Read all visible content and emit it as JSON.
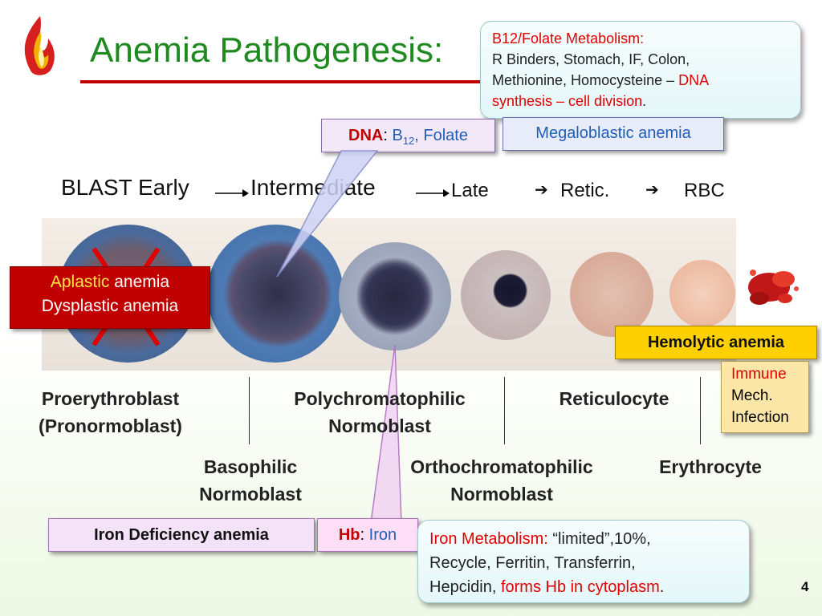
{
  "title": "Anemia Pathogenesis:",
  "folate_callout": {
    "line1": "B12/Folate Metabolism:",
    "line2": "R Binders, Stomach, IF, Colon,",
    "line3_pre": "Methionine, Homocysteine – ",
    "line3_red": "DNA",
    "line4_red": "synthesis – cell division",
    "line4_end": "."
  },
  "dna_box": {
    "dna": "DNA",
    "colon": ": ",
    "b": "B",
    "sub": "12",
    "rest": ", Folate"
  },
  "megaloblastic": "Megaloblastic anemia",
  "stages": {
    "blast_early": "BLAST Early",
    "intermediate": "Intermediate",
    "late": "Late",
    "retic": "Retic.",
    "rbc": "RBC",
    "arrow": "➔"
  },
  "aplastic": {
    "word1": "Aplastic",
    "word2": " anemia",
    "line2": "Dysplastic anemia"
  },
  "hemolytic": "Hemolytic anemia",
  "immune_box": {
    "line1": "Immune",
    "line2": "Mech.",
    "line3": "Infection"
  },
  "cells": {
    "top": [
      {
        "line1": "Proerythroblast",
        "line2": "(Pronormoblast)"
      },
      {
        "line1": "Polychromatophilic",
        "line2": "Normoblast"
      },
      {
        "line1": "Reticulocyte",
        "line2": ""
      }
    ],
    "bottom": [
      {
        "line1": "Basophilic",
        "line2": "Normoblast"
      },
      {
        "line1": "Orthochromatophilic",
        "line2": "Normoblast"
      },
      {
        "line1": "Erythrocyte",
        "line2": ""
      }
    ]
  },
  "iron_def": "Iron Deficiency anemia",
  "hb_box": {
    "hb": "Hb",
    "rest": ": ",
    "iron": "Iron"
  },
  "iron_callout": {
    "red1": "Iron Metabolism: ",
    "dark1": "“limited”,10%,",
    "line2": "Recycle, Ferritin, Transferrin,",
    "line3_pre": "Hepcidin, ",
    "line3_red": "forms Hb in cytoplasm",
    "line3_end": "."
  },
  "page_number": "4",
  "colors": {
    "title": "#1f8a1f",
    "accent_red": "#e00000",
    "link_blue": "#1f5fb8"
  },
  "icons": {
    "logo": "flame-logo-icon",
    "rbc_cluster": "red-blood-cell-icon"
  }
}
